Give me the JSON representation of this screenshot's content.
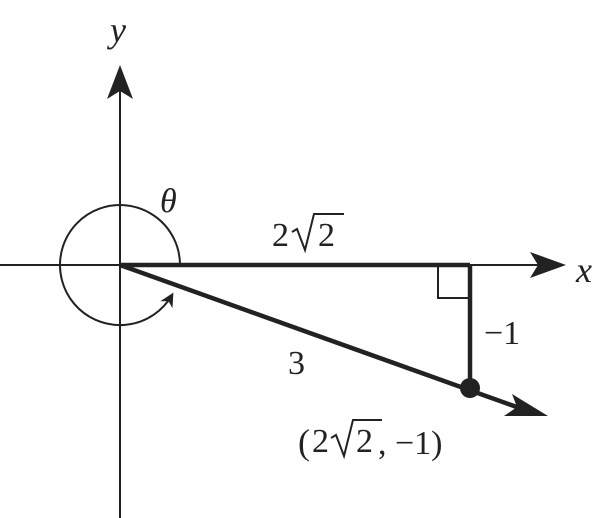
{
  "diagram": {
    "axes": {
      "x_label": "x",
      "y_label": "y"
    },
    "angle_label": "θ",
    "triangle": {
      "horizontal_leg": {
        "coef": "2",
        "radicand": "2"
      },
      "vertical_leg": "−1",
      "hypotenuse": "3"
    },
    "point": {
      "open": "(",
      "coef": "2",
      "radicand": "2",
      "rest": ", −1)"
    }
  }
}
